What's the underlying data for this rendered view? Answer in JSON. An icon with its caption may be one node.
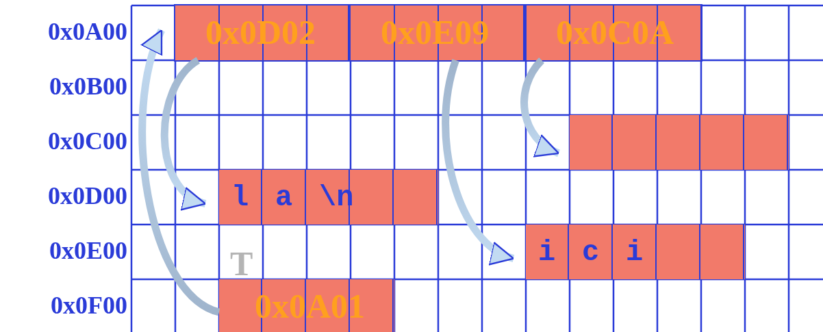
{
  "diagram": {
    "nodes": [
      {
        "text": [],
        "shape": "box"
      },
      {
        "text": [
          "0x0D02"
        ],
        "in": 0
      },
      {
        "text": [
          "0x0E09"
        ],
        "in": 0
      },
      {
        "text": [
          "0x0C0A"
        ],
        "in": 0
      },
      {
        "text": [],
        "shape": "box"
      },
      {
        "text": [
          "l",
          "a",
          "\\n"
        ]
      },
      {
        "text": [
          "i",
          "c",
          "i"
        ]
      },
      {
        "text": [
          "0x0A01"
        ]
      }
    ],
    "edges": [
      {
        "from": 1,
        "to": 5,
        "arrow": "to"
      },
      {
        "from": 2,
        "to": 6,
        "arrow": "to"
      },
      {
        "from": 3,
        "to": 4,
        "arrow": "to"
      },
      {
        "from": 7,
        "to": 0,
        "arrow": "to"
      }
    ],
    "labels": [
      "0x0A00",
      "0x0B00",
      "0x0C00",
      "0x0D00",
      "0x0E00",
      "0x0F00",
      "T"
    ]
  }
}
